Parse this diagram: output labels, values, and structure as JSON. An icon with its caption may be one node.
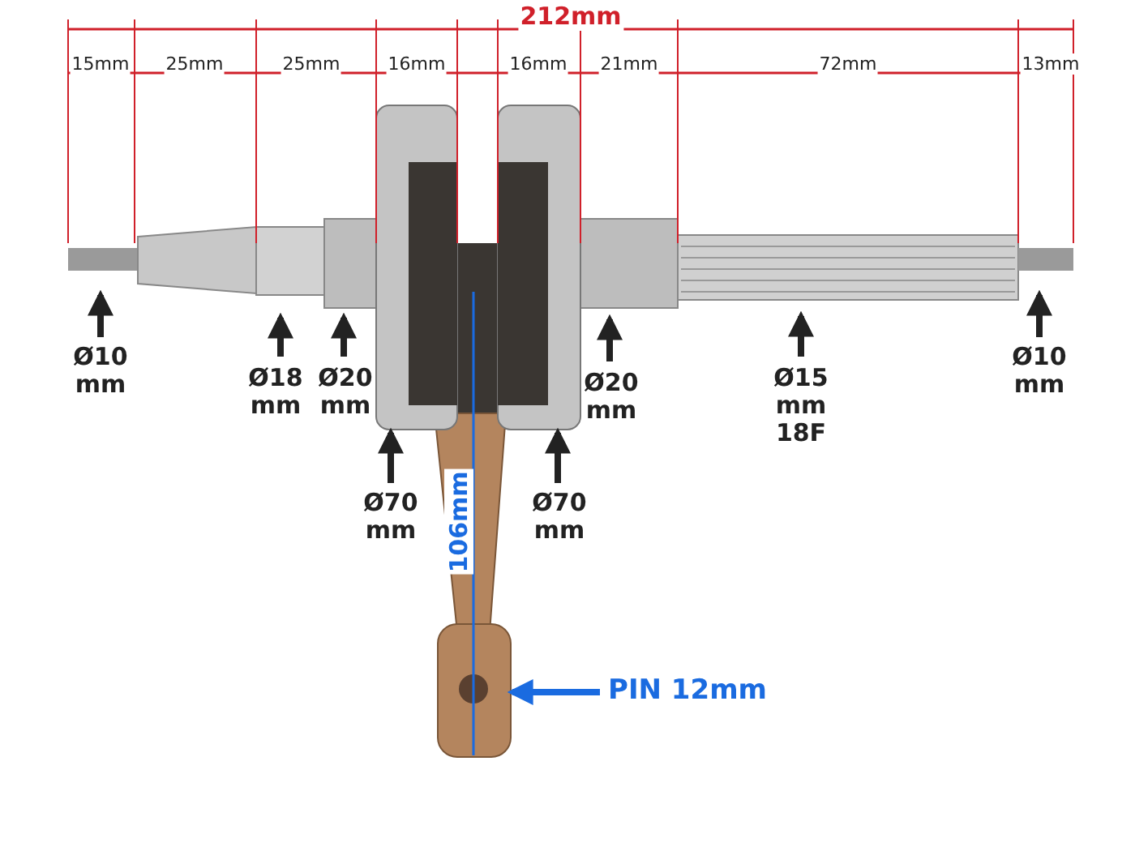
{
  "diagram": {
    "nodes": [
      {
        "text": [
          "Ø10 mm"
        ]
      },
      {
        "text": [
          "Ø18 mm"
        ]
      },
      {
        "text": [
          "Ø20 mm"
        ]
      },
      {
        "text": [
          "Ø20 mm"
        ]
      },
      {
        "text": [
          "Ø15 mm 18F"
        ]
      },
      {
        "text": [
          "Ø10 mm"
        ]
      },
      {
        "text": [
          "Ø70 mm"
        ]
      },
      {
        "text": [
          "Ø70 mm"
        ]
      },
      {
        "text": [
          "PIN 12mm"
        ]
      },
      {
        "text": [],
        "shape": "picture"
      },
      {
        "text": [],
        "shape": "picture"
      }
    ],
    "edges": [
      {
        "from": 0,
        "to": null,
        "arrow": "to"
      },
      {
        "from": 1,
        "to": null,
        "arrow": "to"
      },
      {
        "from": 2,
        "to": null,
        "arrow": "to"
      },
      {
        "from": 3,
        "to": null,
        "arrow": "to"
      },
      {
        "from": 4,
        "to": null,
        "arrow": "to"
      },
      {
        "from": 5,
        "to": null,
        "arrow": "to"
      },
      {
        "from": 6,
        "to": 9,
        "arrow": "to"
      },
      {
        "from": 7,
        "to": 10,
        "arrow": "to"
      },
      {
        "from": 8,
        "to": null,
        "arrow": "to",
        "color": "#1a6be0"
      }
    ],
    "labels": [
      "212mm",
      "15mm",
      "25mm",
      "25mm",
      "16mm",
      "16mm",
      "21mm",
      "72mm",
      "13mm",
      "106mm"
    ]
  }
}
